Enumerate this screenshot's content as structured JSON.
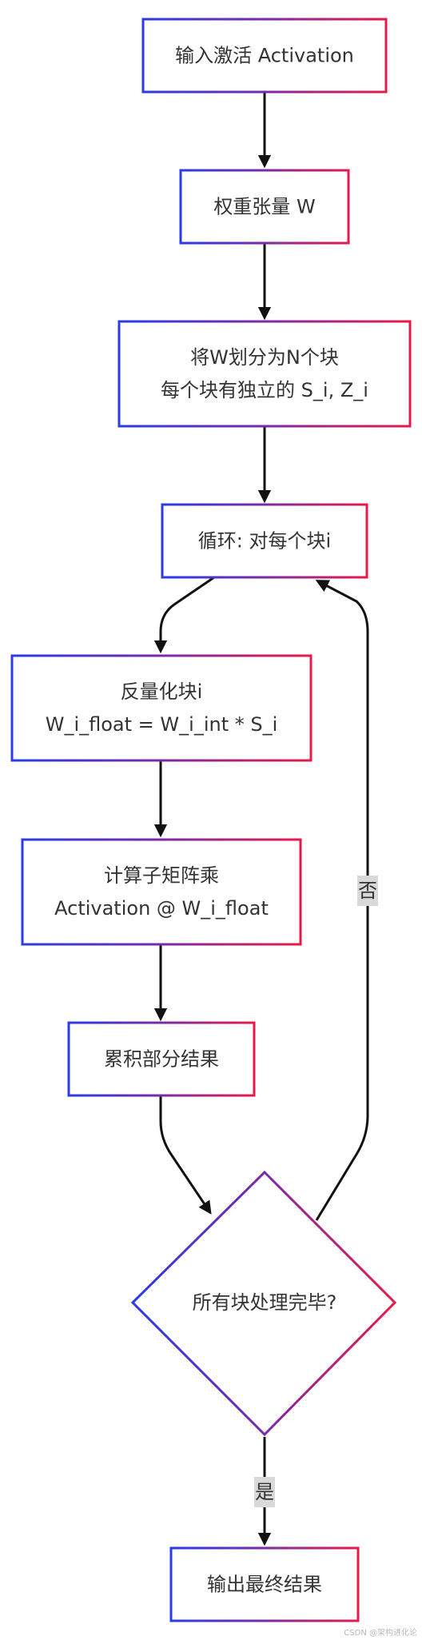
{
  "colors": {
    "border_start": "#2a3be8",
    "border_mid": "#7a2aa8",
    "border_end": "#e8194a",
    "text": "#333333",
    "arrow": "#111111",
    "label_bg": "#d9d9d9"
  },
  "nodes": {
    "input": {
      "lines": [
        "输入激活 Activation"
      ]
    },
    "weight": {
      "lines": [
        "权重张量 W"
      ]
    },
    "split": {
      "lines": [
        "将W划分为N个块",
        "每个块有独立的 S_i, Z_i"
      ]
    },
    "loop": {
      "lines": [
        "循环: 对每个块i"
      ]
    },
    "dequant": {
      "lines": [
        "反量化块i",
        "W_i_float = W_i_int * S_i"
      ]
    },
    "matmul": {
      "lines": [
        "计算子矩阵乘",
        "Activation @ W_i_float"
      ]
    },
    "accumulate": {
      "lines": [
        "累积部分结果"
      ]
    },
    "decision": {
      "lines": [
        "所有块处理完毕?"
      ]
    },
    "output": {
      "lines": [
        "输出最终结果"
      ]
    }
  },
  "edge_labels": {
    "no": "否",
    "yes": "是"
  },
  "watermark": "CSDN @架构进化论"
}
